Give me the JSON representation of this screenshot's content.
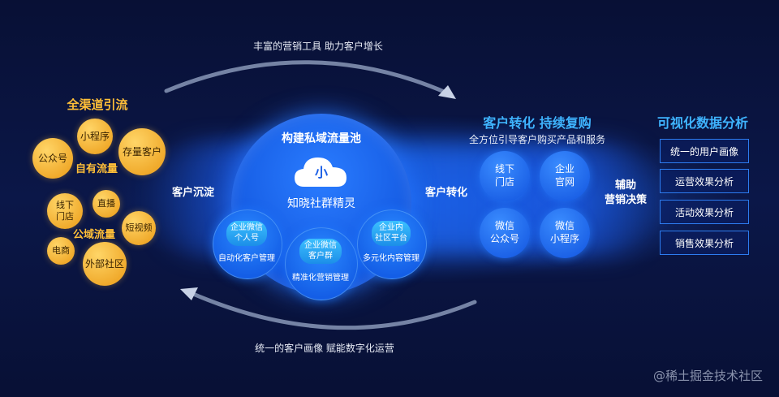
{
  "top_caption": "丰富的营销工具  助力客户增长",
  "bottom_caption": "统一的客户画像  赋能数字化运营",
  "left": {
    "title": "全渠道引流",
    "owned_label": "自有流量",
    "public_label": "公域流量",
    "bubbles": {
      "mini_program": "小程序",
      "official_account": "公众号",
      "existing_customers": "存量客户",
      "offline_store": "线下\n门店",
      "live": "直播",
      "short_video": "短视频",
      "ecommerce": "电商",
      "external_community": "外部社区"
    }
  },
  "flow_left_label": "客户沉淀",
  "center": {
    "title": "构建私域流量池",
    "logo_char": "小",
    "brand": "知晓社群精灵",
    "sub": [
      {
        "pill": "企业微信\n个人号",
        "label": "自动化客户管理"
      },
      {
        "pill": "企业微信\n客户群",
        "label": "精准化营销管理"
      },
      {
        "pill": "企业内\n社区平台",
        "label": "多元化内容管理"
      }
    ]
  },
  "flow_mid_label": "客户转化",
  "right": {
    "title": "客户转化  持续复购",
    "subtitle": "全方位引导客户购买产品和服务",
    "circles": [
      "线下\n门店",
      "企业\n官网",
      "微信\n公众号",
      "微信\n小程序"
    ]
  },
  "assist_label": "辅助\n营销决策",
  "analysis": {
    "title": "可视化数据分析",
    "items": [
      "统一的用户画像",
      "运营效果分析",
      "活动效果分析",
      "销售效果分析"
    ]
  },
  "watermark": "@稀土掘金技术社区"
}
